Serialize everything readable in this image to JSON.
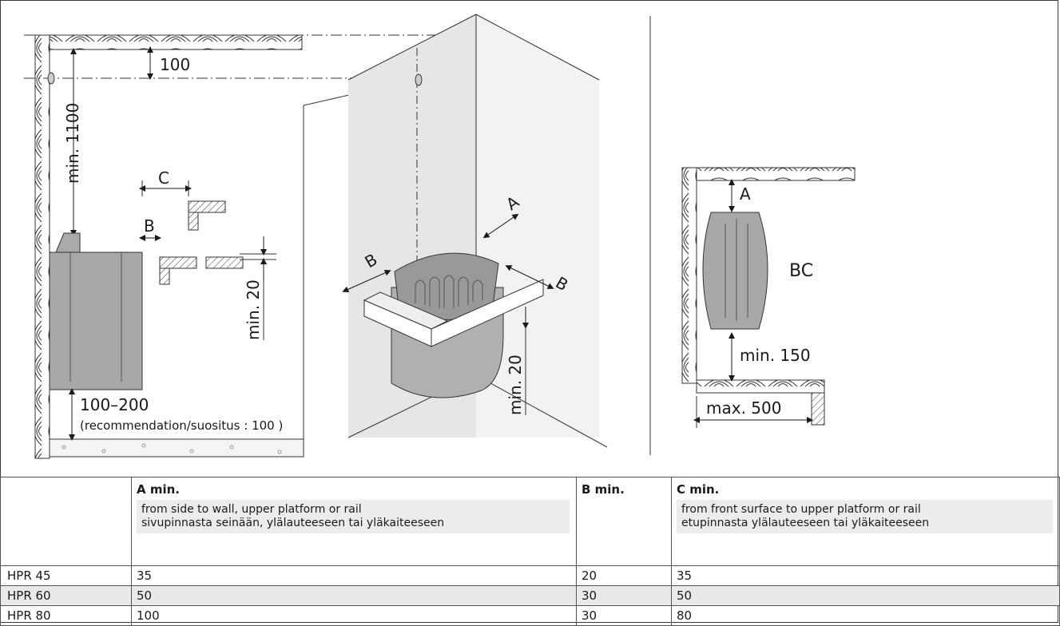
{
  "diagram": {
    "side_view": {
      "dim_top": "100",
      "dim_height": "min. 1100",
      "label_c": "C",
      "label_b": "B",
      "dim_platform": "min. 20",
      "dim_floor": "100–200",
      "dim_floor_note": "(recommendation/suosit​us : 100 )"
    },
    "corner_view": {
      "label_a": "A",
      "label_b_left": "B",
      "label_b_right": "B",
      "dim_bottom": "min. 20"
    },
    "top_view": {
      "label_a": "A",
      "label_model": "BC",
      "dim_bottom": "min. 150",
      "dim_width": "max. 500"
    }
  },
  "table": {
    "headers": [
      {
        "title": "",
        "desc": ""
      },
      {
        "title": "A min.",
        "desc_en": "from side to wall, upper platform or rail",
        "desc_fi": "sivupinnasta seinään, ylälauteeseen tai yläkaiteeseen"
      },
      {
        "title": "B min.",
        "desc": ""
      },
      {
        "title": "C min.",
        "desc_en": "from front surface to upper platform or rail",
        "desc_fi": "etupinnasta ylälauteeseen tai yläkaiteeseen"
      }
    ],
    "rows": [
      {
        "model": "HPR 45",
        "a": "35",
        "b": "20",
        "c": "35"
      },
      {
        "model": "HPR 60",
        "a": "50",
        "b": "30",
        "c": "50"
      },
      {
        "model": "HPR 80",
        "a": "100",
        "b": "30",
        "c": "80"
      }
    ]
  }
}
